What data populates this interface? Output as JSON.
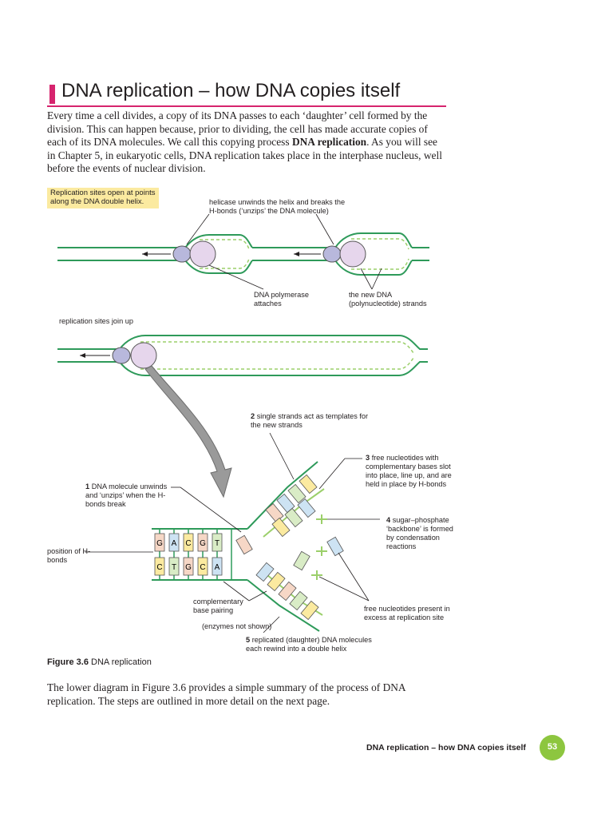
{
  "heading": {
    "title": "DNA replication – how DNA copies itself"
  },
  "intro": {
    "text_before": "Every time a cell divides, a copy of its DNA passes to each ‘daughter’ cell formed by the division. This can happen because, prior to dividing, the cell has made accurate copies of each of its DNA molecules. We call this copying process ",
    "term": "DNA replication",
    "text_after": ". As you will see in Chapter 5, in eukaryotic cells, DNA replication takes place in the interphase nucleus, well before the events of nuclear division."
  },
  "figure": {
    "note": "Replication sites open at points along the DNA double helix.",
    "labels": {
      "helicase": "helicase unwinds the helix and breaks the H-bonds (‘unzips’ the DNA molecule)",
      "polymerase": "DNA polymerase attaches",
      "new_dna": "the new DNA (polynucleotide) strands",
      "sites_join": "replication sites join up",
      "step2_num": "2",
      "step2": "single strands act as templates for the new strands",
      "step3_num": "3",
      "step3": "free nucleotides with complementary bases slot into place, line up, and are held in place by H-bonds",
      "step1_num": "1",
      "step1": "DNA molecule unwinds and ‘unzips’ when the H-bonds break",
      "step4_num": "4",
      "step4": "sugar–phosphate ‘backbone’ is formed by condensation reactions",
      "h_bonds": "position of H-bonds",
      "free_nucleotides": "free nucleotides present in excess at replication site",
      "complementary": "complementary base pairing",
      "enzymes": "(enzymes not shown)",
      "step5_num": "5",
      "step5": "replicated (daughter) DNA molecules each rewind into a double helix"
    },
    "bases_top": [
      "G",
      "A",
      "C",
      "G",
      "T"
    ],
    "bases_bottom": [
      "C",
      "T",
      "G",
      "C",
      "A"
    ],
    "colors": {
      "strand": "#2e9a5a",
      "new_strand": "#9bcf6a",
      "bubble_fill": "#eef7ea",
      "helicase": "#b8b8dc",
      "polymerase": "#e6d6ec",
      "base_g": "#f6d7c6",
      "base_c": "#fbeaa0",
      "base_a": "#cde3f3",
      "base_t": "#d9ecc6",
      "accent": "#d6246e",
      "page_badge": "#8dc63f",
      "note_bg": "#fbeaa0"
    }
  },
  "caption": {
    "number": "Figure 3.6",
    "text": "DNA replication"
  },
  "closing": "The lower diagram in Figure 3.6 provides a simple summary of the process of DNA replication. The steps are outlined in more detail on the next page.",
  "footer": {
    "running_title": "DNA replication – how DNA copies itself",
    "page": "53"
  }
}
